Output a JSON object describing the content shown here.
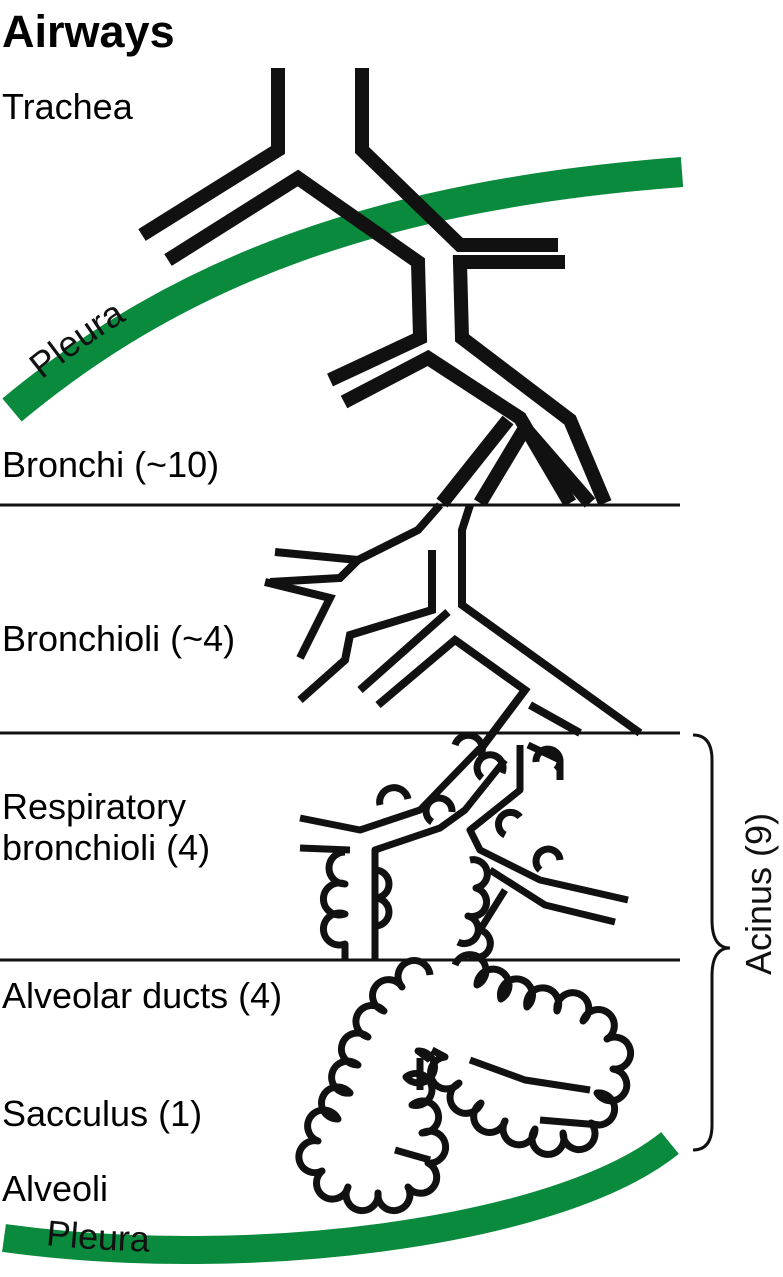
{
  "title": "Airways",
  "labels": {
    "trachea": "Trachea",
    "bronchi": "Bronchi (~10)",
    "bronchioli": "Bronchioli (~4)",
    "respiratory_line1": "Respiratory",
    "respiratory_line2": "bronchioli (4)",
    "alveolar_ducts": "Alveolar ducts (4)",
    "sacculus": "Sacculus (1)",
    "alveoli": "Alveoli"
  },
  "pleura_label": "Pleura",
  "acinus_label": "Acinus (9)",
  "colors": {
    "pleura": "#0a8a3c",
    "airway": "#111111",
    "background": "#ffffff"
  }
}
